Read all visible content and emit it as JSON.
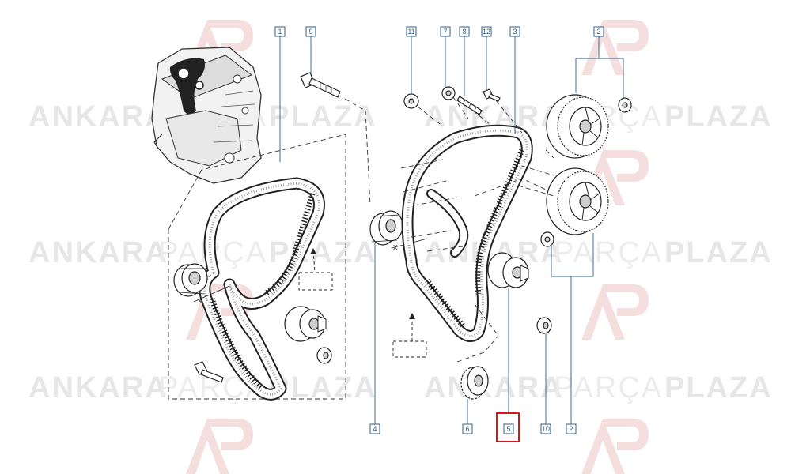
{
  "watermark": {
    "word_left": "ANKARA",
    "word_mid": "PARÇA",
    "word_right": "PLAZA"
  },
  "callouts": [
    {
      "id": "c1",
      "label": "1"
    },
    {
      "id": "c9",
      "label": "9"
    },
    {
      "id": "c11",
      "label": "11"
    },
    {
      "id": "c7",
      "label": "7"
    },
    {
      "id": "c8",
      "label": "8"
    },
    {
      "id": "c12",
      "label": "12"
    },
    {
      "id": "c3",
      "label": "3"
    },
    {
      "id": "c2top",
      "label": "2"
    },
    {
      "id": "c4",
      "label": "4"
    },
    {
      "id": "c6",
      "label": "6"
    },
    {
      "id": "c5",
      "label": "5"
    },
    {
      "id": "c10",
      "label": "10"
    },
    {
      "id": "c2bot",
      "label": "2"
    }
  ],
  "markers": {
    "x_left": "X",
    "x_right": "X"
  },
  "colors": {
    "callout": "#2f5d8a",
    "highlight": "#d9141b",
    "watermark": "#e6e6e6"
  }
}
